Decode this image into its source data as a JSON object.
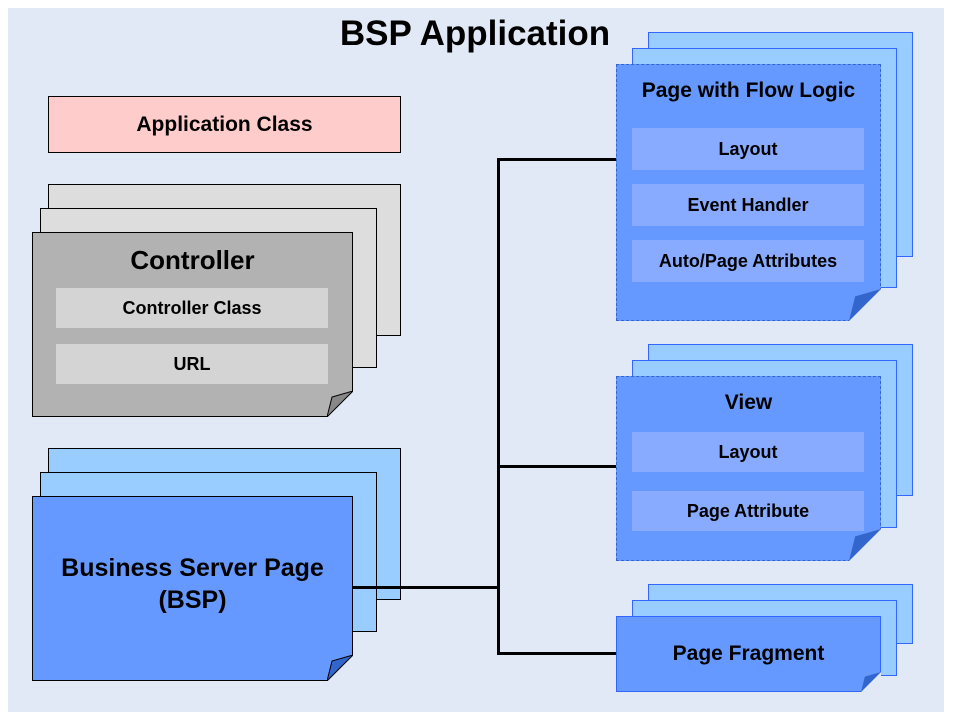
{
  "title": "BSP Application",
  "application_class": {
    "label": "Application Class",
    "color": "#ffcccc"
  },
  "controller": {
    "title": "Controller",
    "items": [
      "Controller Class",
      "URL"
    ],
    "color": "#b2b2b2",
    "back_color": "#dddddd"
  },
  "bsp": {
    "title_line1": "Business Server Page",
    "title_line2": "(BSP)",
    "color": "#6699ff",
    "back_color": "#99ccff"
  },
  "page_with_flow_logic": {
    "title": "Page with Flow Logic",
    "items": [
      "Layout",
      "Event Handler",
      "Auto/Page Attributes"
    ]
  },
  "view": {
    "title": "View",
    "items": [
      "Layout",
      "Page Attribute"
    ]
  },
  "page_fragment": {
    "title": "Page Fragment"
  },
  "colors": {
    "background": "#e2e9f6",
    "blue_front": "#6699ff",
    "blue_back": "#99ccff",
    "blue_item": "#88aaff",
    "gray_item": "#d4d4d4",
    "connector": "#000000"
  }
}
